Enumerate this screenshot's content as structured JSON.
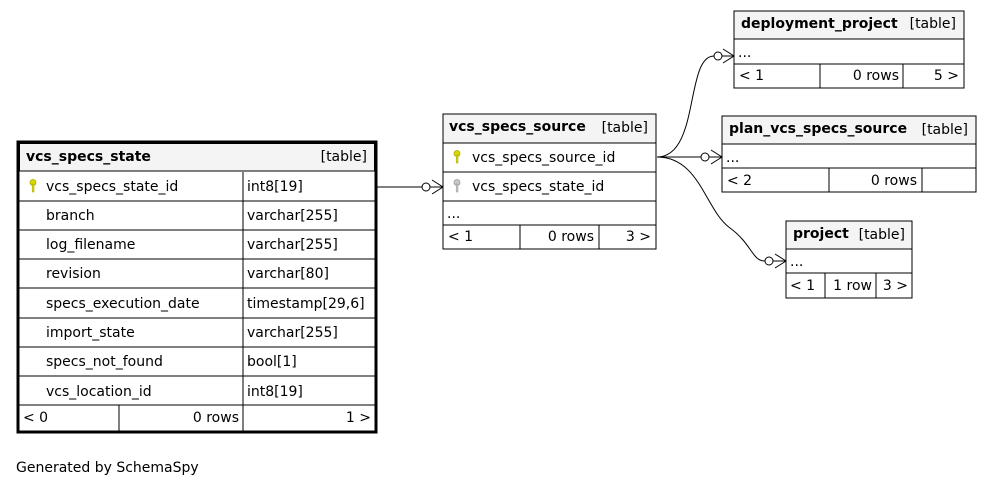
{
  "footer": "Generated by SchemaSpy",
  "table_tag": "[table]",
  "ellipsis": "...",
  "main_table": {
    "name": "vcs_specs_state",
    "columns": [
      {
        "name": "vcs_specs_state_id",
        "type": "int8[19]",
        "key": "primary"
      },
      {
        "name": "branch",
        "type": "varchar[255]"
      },
      {
        "name": "log_filename",
        "type": "varchar[255]"
      },
      {
        "name": "revision",
        "type": "varchar[80]"
      },
      {
        "name": "specs_execution_date",
        "type": "timestamp[29,6]"
      },
      {
        "name": "import_state",
        "type": "varchar[255]"
      },
      {
        "name": "specs_not_found",
        "type": "bool[1]"
      },
      {
        "name": "vcs_location_id",
        "type": "int8[19]"
      }
    ],
    "footer": {
      "parents": "< 0",
      "rows": "0 rows",
      "children": "1 >"
    }
  },
  "source_table": {
    "name": "vcs_specs_source",
    "columns": [
      {
        "name": "vcs_specs_source_id",
        "key": "primary"
      },
      {
        "name": "vcs_specs_state_id",
        "key": "foreign"
      }
    ],
    "footer": {
      "parents": "< 1",
      "rows": "0 rows",
      "children": "3 >"
    }
  },
  "deployment_table": {
    "name": "deployment_project",
    "footer": {
      "parents": "< 1",
      "rows": "0 rows",
      "children": "5 >"
    }
  },
  "plan_table": {
    "name": "plan_vcs_specs_source",
    "footer": {
      "parents": "< 2",
      "rows": "0 rows",
      "children": ""
    }
  },
  "project_table": {
    "name": "project",
    "footer": {
      "parents": "< 1",
      "rows": "1 row",
      "children": "3 >"
    }
  },
  "colors": {
    "primary_key": "#d8d800",
    "foreign_key": "#b8b8b8",
    "header_bg": "#f4f4f4"
  }
}
